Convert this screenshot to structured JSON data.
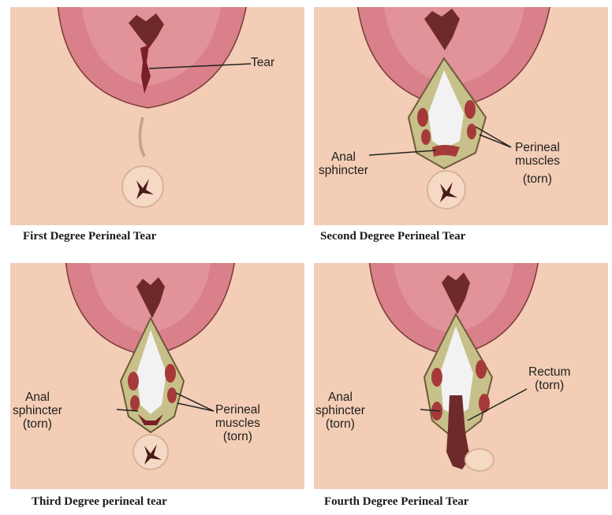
{
  "panels": [
    {
      "caption": "First Degree Perineal Tear",
      "labels": {
        "tear": "Tear"
      }
    },
    {
      "caption": "Second Degree Perineal Tear",
      "labels": {
        "anal_sphincter": [
          "Anal",
          "sphincter"
        ],
        "perineal_muscles": [
          "Perineal",
          "muscles",
          "(torn)"
        ]
      }
    },
    {
      "caption": "Third Degree perineal tear",
      "labels": {
        "anal_sphincter": [
          "Anal",
          "sphincter",
          "(torn)"
        ],
        "perineal_muscles": [
          "Perineal",
          "muscles",
          "(torn)"
        ]
      }
    },
    {
      "caption": "Fourth Degree Perineal Tear",
      "labels": {
        "rectum": [
          "Rectum",
          "(torn)"
        ],
        "anal_sphincter": [
          "Anal",
          "sphincter",
          "(torn)"
        ]
      }
    }
  ],
  "colors": {
    "skin": "#f3cdb5",
    "vulva": "#d9808a",
    "vulva_inner": "#e69aa0",
    "wound_edge": "#c8c08a",
    "muscle": "#a63a3a",
    "cavity": "#f2f2f2",
    "dark_tissue": "#6e2a2a"
  }
}
